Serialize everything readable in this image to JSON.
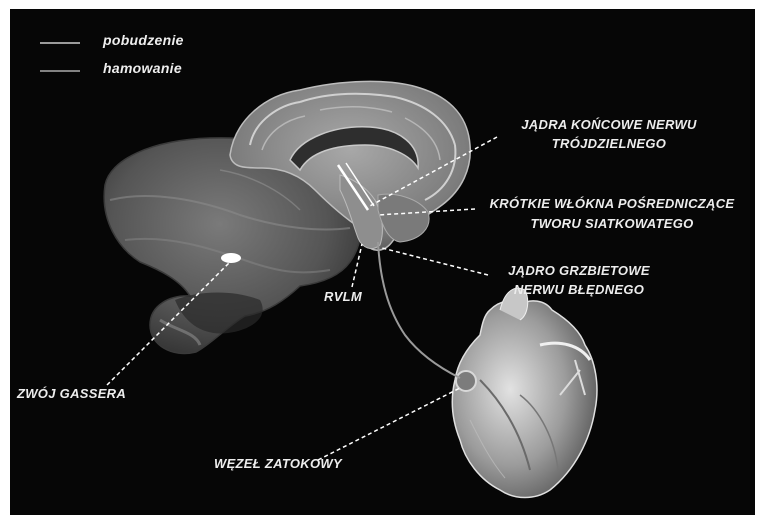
{
  "legend": {
    "excitation": "pobudzenie",
    "inhibition": "hamowanie"
  },
  "labels": {
    "trigeminal_nuclei_line1": "JĄDRA KOŃCOWE NERWU",
    "trigeminal_nuclei_line2": "TRÓJDZIELNEGO",
    "reticular_fibers_line1": "KRÓTKIE WŁÓKNA POŚREDNICZĄCE",
    "reticular_fibers_line2": "TWORU SIATKOWATEGO",
    "vagus_nucleus_line1": "JĄDRO GRZBIETOWE",
    "vagus_nucleus_line2": "NERWU BŁĘDNEGO",
    "rvlm": "RVLM",
    "gasser": "ZWÓJ GASSERA",
    "sinoatrial": "WĘZEŁ ZATOKOWY"
  },
  "colors": {
    "background": "#060606",
    "text": "#ededed",
    "excitation_line": "#9a9a9a",
    "inhibition_line": "#ffffff"
  }
}
